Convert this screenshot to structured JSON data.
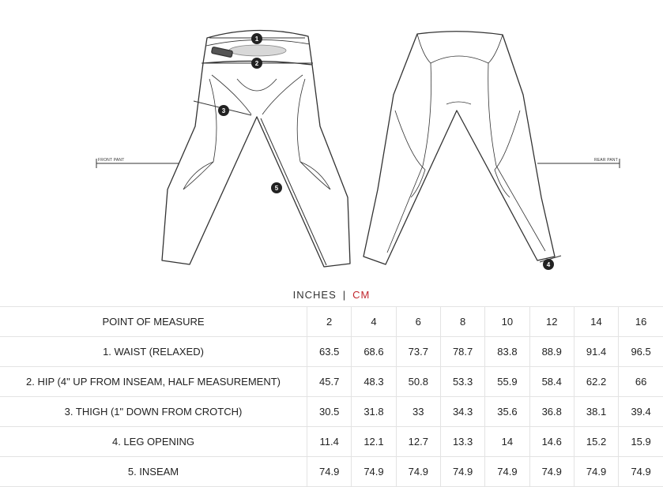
{
  "diagram": {
    "front_label": "FRONT PANT",
    "rear_label": "REAR PANT",
    "callouts": [
      "1",
      "2",
      "3",
      "4",
      "5"
    ]
  },
  "units": {
    "inches": "INCHES",
    "separator": "|",
    "cm": "CM",
    "active": "CM",
    "active_color": "#c1272d"
  },
  "table": {
    "header": "POINT OF MEASURE",
    "sizes": [
      "2",
      "4",
      "6",
      "8",
      "10",
      "12",
      "14",
      "16"
    ],
    "rows": [
      {
        "label": "1. WAIST (RELAXED)",
        "values": [
          "63.5",
          "68.6",
          "73.7",
          "78.7",
          "83.8",
          "88.9",
          "91.4",
          "96.5"
        ]
      },
      {
        "label": "2. HIP (4\" UP FROM INSEAM, HALF MEASUREMENT)",
        "values": [
          "45.7",
          "48.3",
          "50.8",
          "53.3",
          "55.9",
          "58.4",
          "62.2",
          "66"
        ]
      },
      {
        "label": "3. THIGH (1\" DOWN FROM CROTCH)",
        "values": [
          "30.5",
          "31.8",
          "33",
          "34.3",
          "35.6",
          "36.8",
          "38.1",
          "39.4"
        ]
      },
      {
        "label": "4. LEG OPENING",
        "values": [
          "11.4",
          "12.1",
          "12.7",
          "13.3",
          "14",
          "14.6",
          "15.2",
          "15.9"
        ]
      },
      {
        "label": "5. INSEAM",
        "values": [
          "74.9",
          "74.9",
          "74.9",
          "74.9",
          "74.9",
          "74.9",
          "74.9",
          "74.9"
        ]
      }
    ]
  }
}
